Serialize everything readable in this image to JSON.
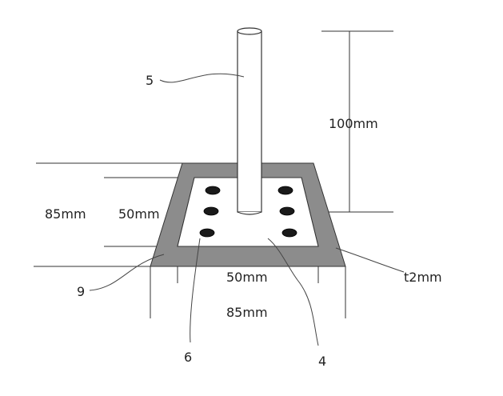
{
  "labels": {
    "rod": "5",
    "frame": "9",
    "hole": "6",
    "plate": "4",
    "height_dim": "100mm",
    "outer_left": "85mm",
    "inner_left": "50mm",
    "inner_bottom": "50mm",
    "outer_bottom": "85mm",
    "thickness": "t2mm"
  },
  "colors": {
    "frame_fill": "#8c8c8c",
    "plate_fill": "#ffffff",
    "hole_fill": "#1a1a1a",
    "line": "#333333"
  }
}
